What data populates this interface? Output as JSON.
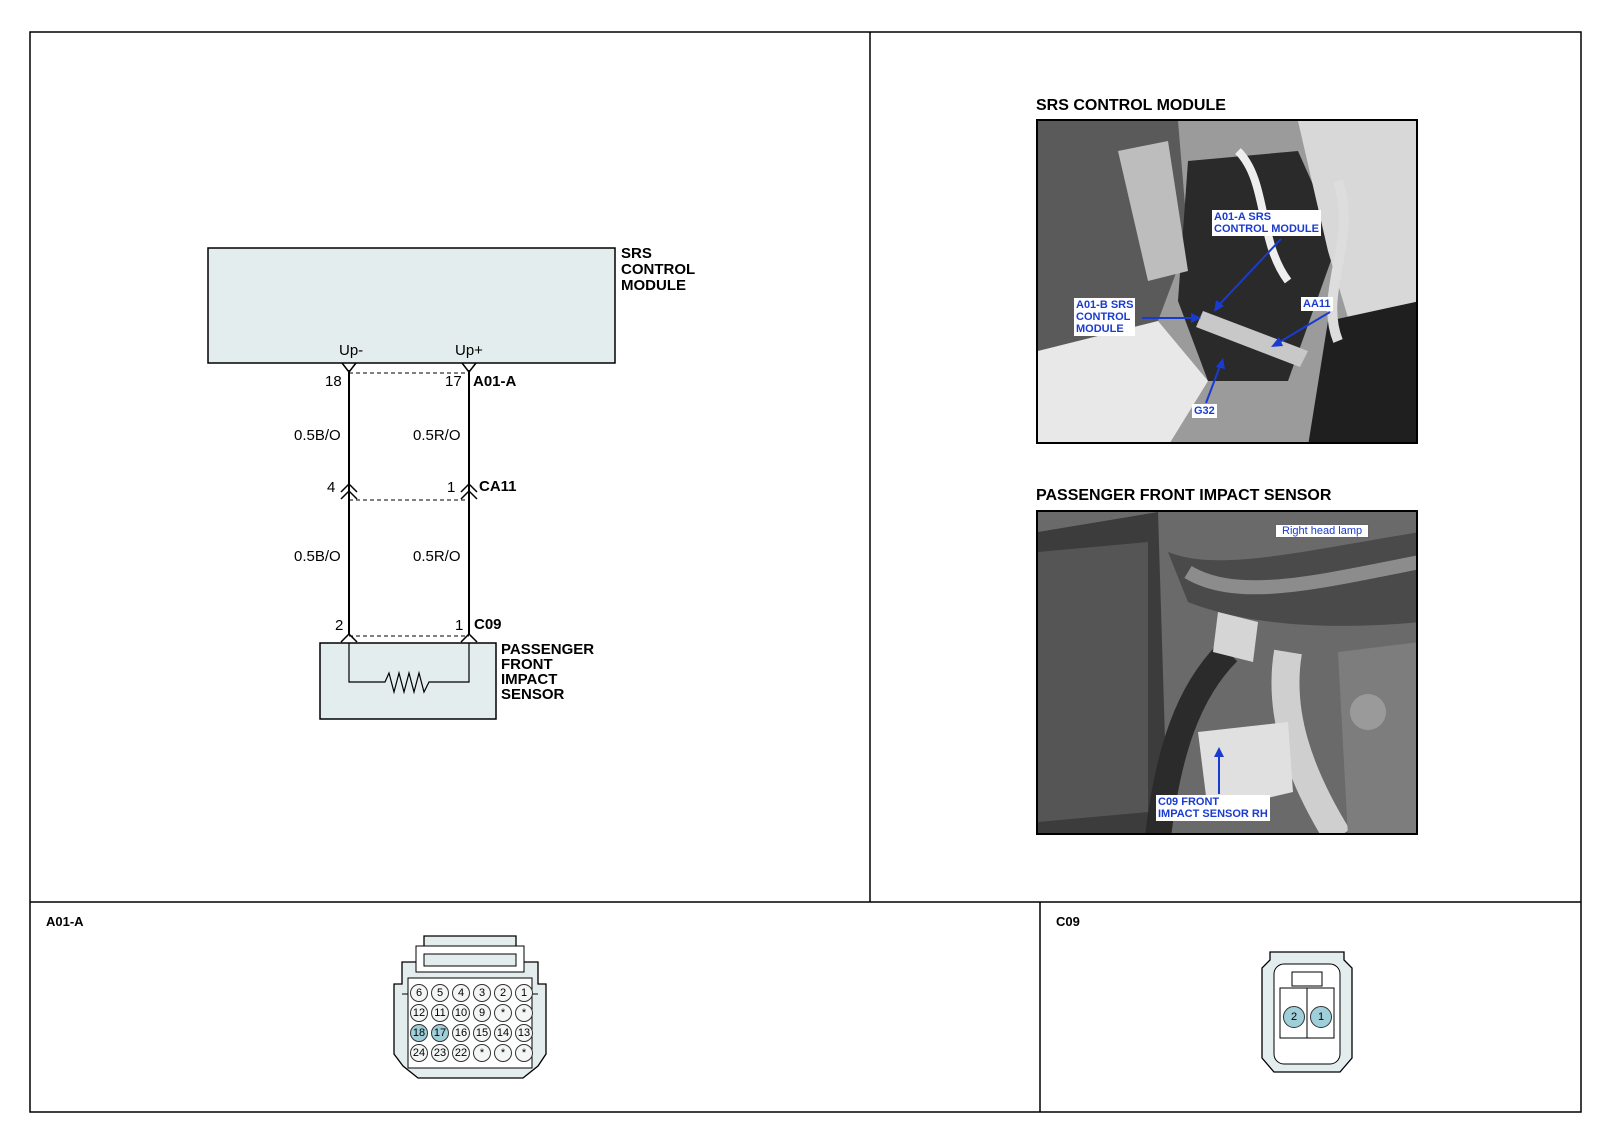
{
  "schematic": {
    "module_label_lines": [
      "SRS",
      "CONTROL",
      "MODULE"
    ],
    "module_pin_minus": "Up-",
    "module_pin_plus": "Up+",
    "a01_pin_left": "18",
    "a01_pin_right": "17",
    "a01_connector": "A01-A",
    "wire_left_upper": "0.5B/O",
    "wire_right_upper": "0.5R/O",
    "ca11_pin_left": "4",
    "ca11_pin_right": "1",
    "ca11_connector": "CA11",
    "wire_left_lower": "0.5B/O",
    "wire_right_lower": "0.5R/O",
    "c09_pin_left": "2",
    "c09_pin_right": "1",
    "c09_connector": "C09",
    "sensor_label_lines": [
      "PASSENGER",
      "FRONT",
      "IMPACT",
      "SENSOR"
    ]
  },
  "photos": {
    "srs_title": "SRS CONTROL MODULE",
    "srs_callouts": {
      "a01a": "A01-A SRS\nCONTROL MODULE",
      "a01b": "A01-B SRS\nCONTROL\nMODULE",
      "aa11": "AA11",
      "g32": "G32"
    },
    "sensor_title": "PASSENGER FRONT IMPACT SENSOR",
    "sensor_callouts": {
      "head_lamp": "Right head lamp",
      "c09": "C09 FRONT\nIMPACT SENSOR RH"
    }
  },
  "connectors": {
    "a01_label": "A01-A",
    "a01_rows": [
      [
        "6",
        "5",
        "4",
        "3",
        "2",
        "1"
      ],
      [
        "12",
        "11",
        "10",
        "9",
        "*",
        "*"
      ],
      [
        "18",
        "17",
        "16",
        "15",
        "14",
        "13"
      ],
      [
        "24",
        "23",
        "22",
        "*",
        "*",
        "*"
      ]
    ],
    "a01_highlighted": [
      "18",
      "17"
    ],
    "c09_label": "C09",
    "c09_pins": [
      "2",
      "1"
    ],
    "c09_highlighted": [
      "2",
      "1"
    ]
  },
  "colors": {
    "module_fill": "#e4eded",
    "pin_highlight": "#9fcfd9",
    "callout_text": "#1a3bd0"
  }
}
